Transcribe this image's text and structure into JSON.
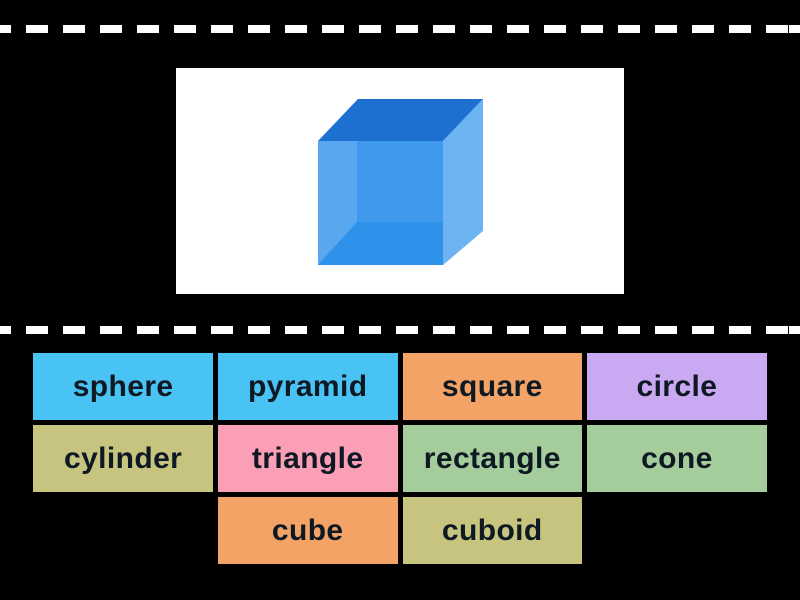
{
  "page": {
    "background": "#000000",
    "divider_color": "#ffffff"
  },
  "prompt": {
    "card_background": "#ffffff",
    "image_name": "blue-cube-illustration",
    "cube_colors": {
      "top": "#1d6fd0",
      "right": "#6cb3f2",
      "front": "#3f9aee",
      "left_inner": "#58a7ef",
      "bottom_inner": "#2e92ea"
    }
  },
  "answers": {
    "text_color": "#0f1923",
    "items": [
      {
        "label": "sphere",
        "color": "#49c3f4"
      },
      {
        "label": "pyramid",
        "color": "#49c3f4"
      },
      {
        "label": "square",
        "color": "#f2a365"
      },
      {
        "label": "circle",
        "color": "#c9a9f2"
      },
      {
        "label": "cylinder",
        "color": "#c6c47e"
      },
      {
        "label": "triangle",
        "color": "#fa9fb6"
      },
      {
        "label": "rectangle",
        "color": "#a4cd9b"
      },
      {
        "label": "cone",
        "color": "#a4cd9b"
      },
      {
        "label": "cube",
        "color": "#f2a365"
      },
      {
        "label": "cuboid",
        "color": "#c6c47e"
      }
    ]
  }
}
